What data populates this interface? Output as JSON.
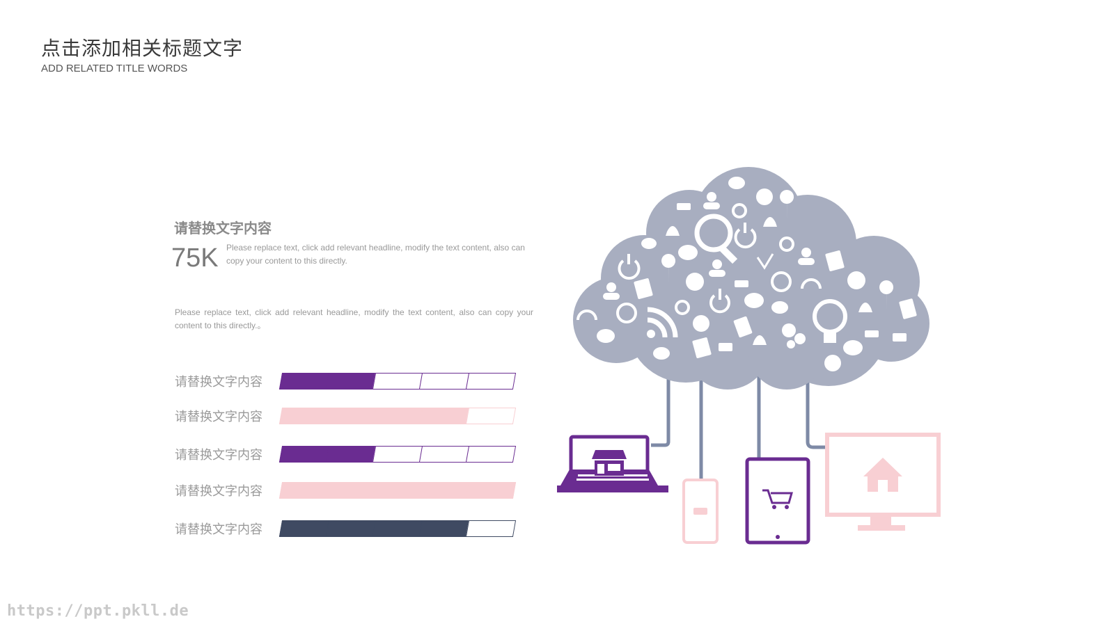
{
  "header": {
    "title_cn": "点击添加相关标题文字",
    "title_en": "ADD RELATED TITLE WORDS"
  },
  "stat": {
    "heading": "请替换文字内容",
    "value": "75K",
    "description": "Please replace text, click add relevant headline, modify the text content, also can copy your content to this directly."
  },
  "paragraph": "Please replace text, click add relevant headline, modify the text content, also can copy your content to this directly.。",
  "bars": [
    {
      "label": "请替换文字内容",
      "filled": 2,
      "total": 5,
      "color": "#6a2c91"
    },
    {
      "label": "请替换文字内容",
      "filled": 4,
      "total": 5,
      "color": "#f8cfd3"
    },
    {
      "label": "请替换文字内容",
      "filled": 2,
      "total": 5,
      "color": "#6a2c91"
    },
    {
      "label": "请替换文字内容",
      "filled": 5,
      "total": 5,
      "color": "#f8cfd3"
    },
    {
      "label": "请替换文字内容",
      "filled": 4,
      "total": 5,
      "color": "#3f4a62"
    }
  ],
  "colors": {
    "purple": "#6a2c91",
    "pink": "#f8cfd3",
    "navy": "#3f4a62",
    "cloud": "#a8aec0",
    "cable": "#7e8aa6"
  },
  "icons": [
    "cloud-network-illustration",
    "laptop-shop-icon",
    "phone-coffee-icon",
    "tablet-cart-icon",
    "monitor-home-icon"
  ],
  "watermark": "https://ppt.pkll.de"
}
